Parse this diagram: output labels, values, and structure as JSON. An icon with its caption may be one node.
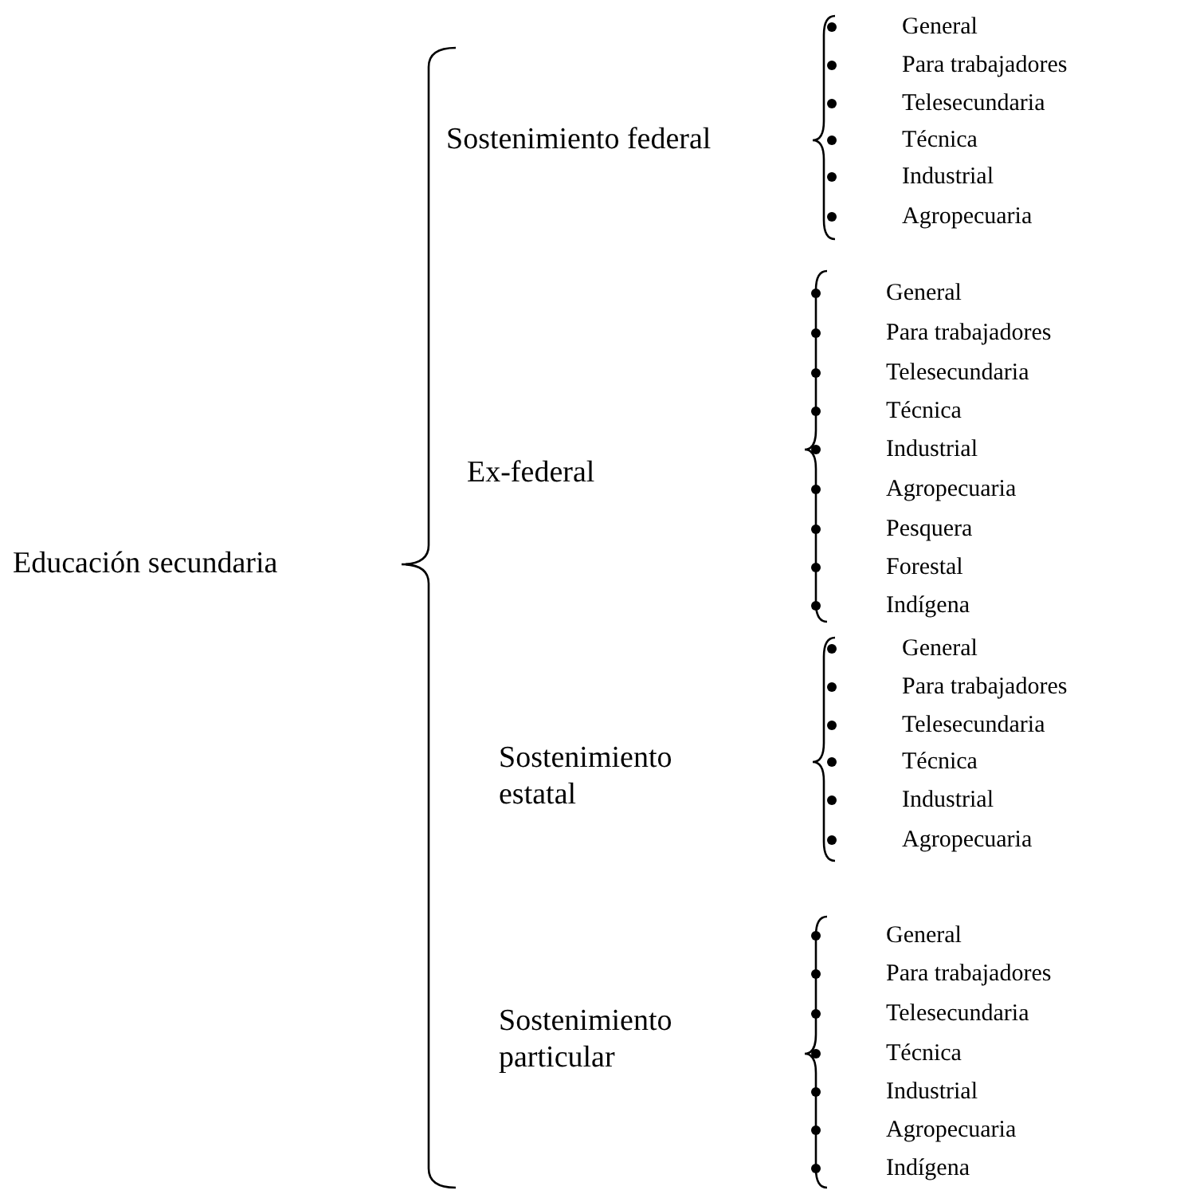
{
  "diagram": {
    "labels": [
      "Educación secundaria",
      "Sostenimiento federal",
      "General",
      "Para trabajadores",
      "Telesecundaria",
      "Técnica",
      "Industrial",
      "Agropecuaria",
      "Ex-federal",
      "General",
      "Para trabajadores",
      "Telesecundaria",
      "Técnica",
      "Industrial",
      "Agropecuaria",
      "Pesquera",
      "Forestal",
      "Indígena",
      "Sostenimiento estatal",
      "General",
      "Para trabajadores",
      "Telesecundaria",
      "Técnica",
      "Industrial",
      "Agropecuaria",
      "Sostenimiento particular",
      "General",
      "Para trabajadores",
      "Telesecundaria",
      "Técnica",
      "Industrial",
      "Agropecuaria",
      "Indígena"
    ]
  }
}
